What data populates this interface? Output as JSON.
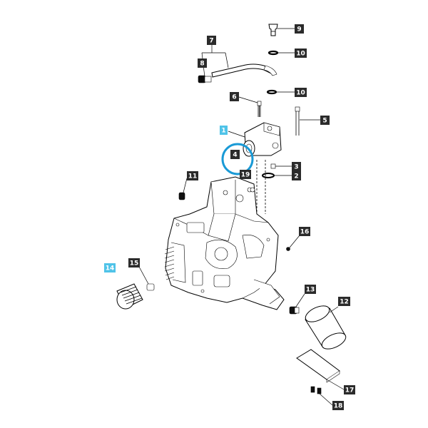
{
  "colors": {
    "callout_default": "#2b2b2b",
    "callout_highlight": "#4fc3e8",
    "highlight_ring": "#1a9ad6",
    "line": "#000000",
    "background": "#ffffff"
  },
  "callouts": [
    {
      "id": "c1",
      "label": "1",
      "highlight": true
    },
    {
      "id": "c2",
      "label": "2",
      "highlight": false
    },
    {
      "id": "c3",
      "label": "3",
      "highlight": false
    },
    {
      "id": "c4",
      "label": "4",
      "highlight": false
    },
    {
      "id": "c5",
      "label": "5",
      "highlight": false
    },
    {
      "id": "c6",
      "label": "6",
      "highlight": false
    },
    {
      "id": "c7",
      "label": "7",
      "highlight": false
    },
    {
      "id": "c8",
      "label": "8",
      "highlight": false
    },
    {
      "id": "c9",
      "label": "9",
      "highlight": false
    },
    {
      "id": "c10a",
      "label": "10",
      "highlight": false
    },
    {
      "id": "c10b",
      "label": "10",
      "highlight": false
    },
    {
      "id": "c11",
      "label": "11",
      "highlight": false
    },
    {
      "id": "c12",
      "label": "12",
      "highlight": false
    },
    {
      "id": "c13",
      "label": "13",
      "highlight": false
    },
    {
      "id": "c14",
      "label": "14",
      "highlight": true
    },
    {
      "id": "c15",
      "label": "15",
      "highlight": false
    },
    {
      "id": "c16",
      "label": "16",
      "highlight": false
    },
    {
      "id": "c17",
      "label": "17",
      "highlight": false
    },
    {
      "id": "c18",
      "label": "18",
      "highlight": false
    },
    {
      "id": "c19",
      "label": "19",
      "highlight": false
    }
  ],
  "highlighted_part": "4"
}
